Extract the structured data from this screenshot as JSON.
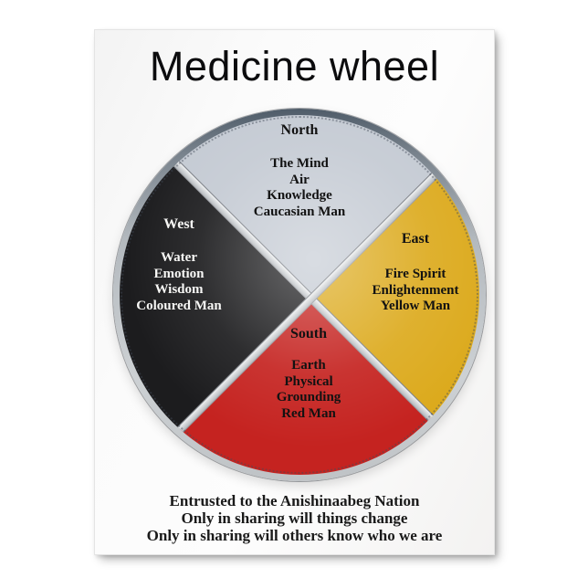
{
  "poster": {
    "title": "Medicine wheel"
  },
  "wheel": {
    "quadrants": [
      {
        "id": "north",
        "direction": "North",
        "lines": [
          "The Mind",
          "Air",
          "Knowledge",
          "Caucasian Man"
        ],
        "color": "#c4cad3",
        "text_color": "#121212"
      },
      {
        "id": "east",
        "direction": "East",
        "lines": [
          "Fire Spirit",
          "Enlightenment",
          "Yellow Man"
        ],
        "color": "#dcaa1d",
        "text_color": "#121212"
      },
      {
        "id": "south",
        "direction": "South",
        "lines": [
          "Earth",
          "Physical",
          "Grounding",
          "Red Man"
        ],
        "color": "#c52320",
        "text_color": "#121212"
      },
      {
        "id": "west",
        "direction": "West",
        "lines": [
          "Water",
          "Emotion",
          "Wisdom",
          "Coloured Man"
        ],
        "color": "#1c1c1e",
        "text_color": "#f7f7f5"
      }
    ],
    "rim_color": "#b3b9be",
    "divider_color": "#d9dcdf"
  },
  "caption": {
    "lines": [
      "Entrusted to the Anishinaabeg Nation",
      "Only in sharing will things change",
      "Only in sharing will others know who we are"
    ]
  }
}
